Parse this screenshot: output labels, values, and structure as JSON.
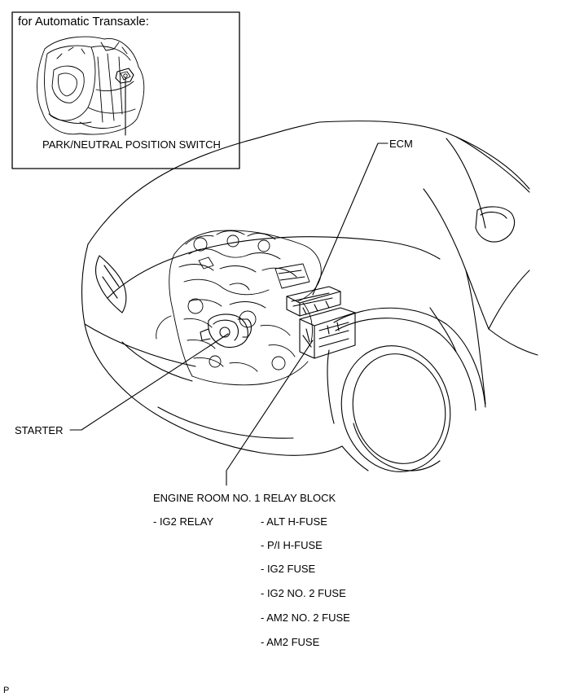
{
  "inset": {
    "title": "for Automatic Transaxle:",
    "switch_label": "PARK/NEUTRAL POSITION SWITCH"
  },
  "labels": {
    "ecm": "ECM",
    "starter": "STARTER",
    "relay_block": "ENGINE ROOM NO. 1 RELAY BLOCK",
    "ig2_relay": "- IG2 RELAY"
  },
  "fuses": [
    "- ALT H-FUSE",
    "- P/I H-FUSE",
    "- IG2 FUSE",
    "- IG2 NO. 2 FUSE",
    "- AM2 NO. 2 FUSE",
    "- AM2 FUSE"
  ],
  "figure_code": "P"
}
